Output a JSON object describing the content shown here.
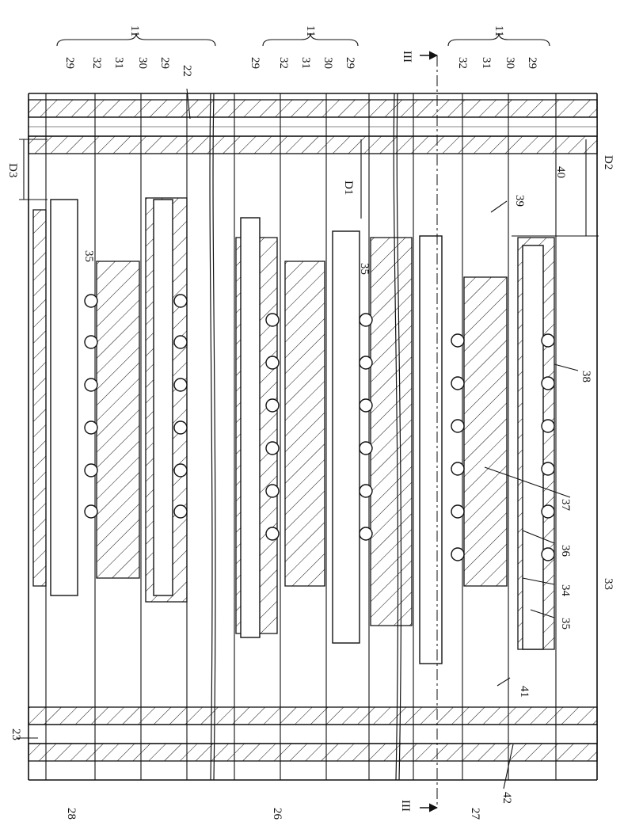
{
  "figure": {
    "labels": {
      "l_11": "11",
      "l_29": "29",
      "l_30": "30",
      "l_31": "31",
      "l_32": "32",
      "l_22": "22",
      "l_23": "23",
      "l_26": "26",
      "l_27": "27",
      "l_28": "28",
      "l_33": "33",
      "l_34": "34",
      "l_35": "35",
      "l_36": "36",
      "l_37": "37",
      "l_38": "38",
      "l_39": "39",
      "l_40": "40",
      "l_41": "41",
      "l_42": "42",
      "l_D1": "D1",
      "l_D2": "D2",
      "l_D3": "D3",
      "l_III": "III"
    }
  }
}
